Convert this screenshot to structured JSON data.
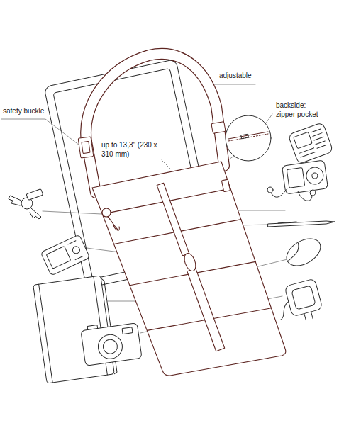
{
  "diagram": {
    "labels": [
      "adjustable",
      "safety buckle",
      "up to 13,3\" (230 x 310 mm)",
      "backside: zipper pocket"
    ]
  }
}
